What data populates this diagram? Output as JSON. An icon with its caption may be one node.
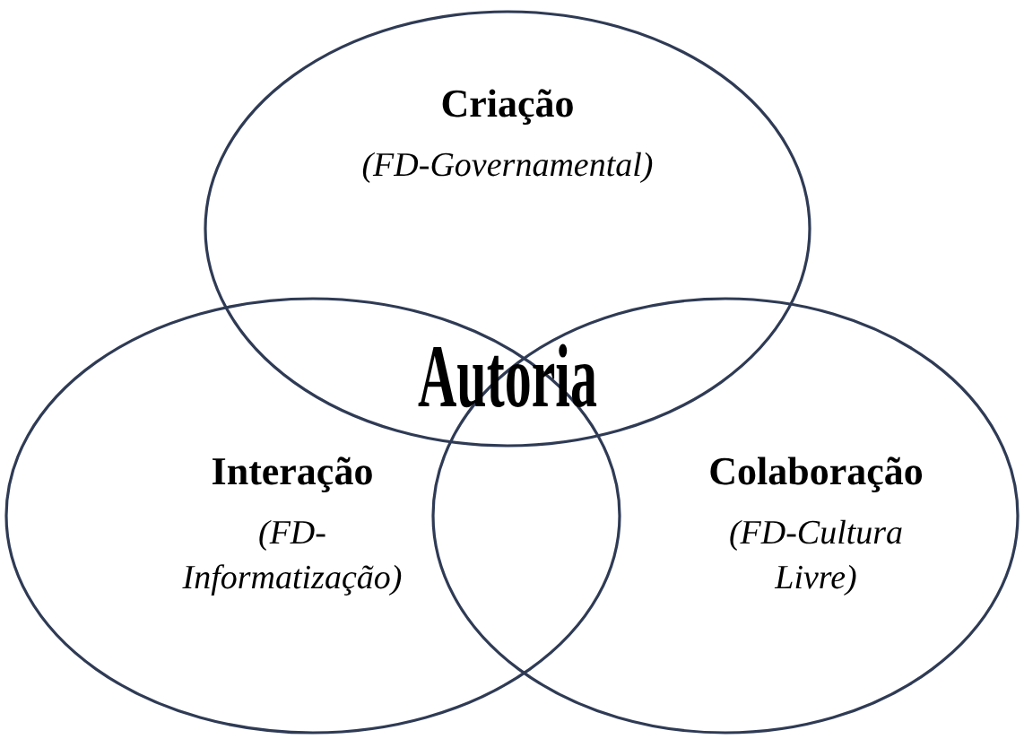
{
  "diagram": {
    "nodes": [
      {
        "text": [
          "Criação",
          "(FD-Governamental)"
        ]
      },
      {
        "text": [
          "Interação",
          "(FD-Informatização)"
        ]
      },
      {
        "text": [
          "Colaboração",
          "(FD-Cultura Livre)"
        ]
      }
    ],
    "labels": [
      "Autoria"
    ]
  }
}
